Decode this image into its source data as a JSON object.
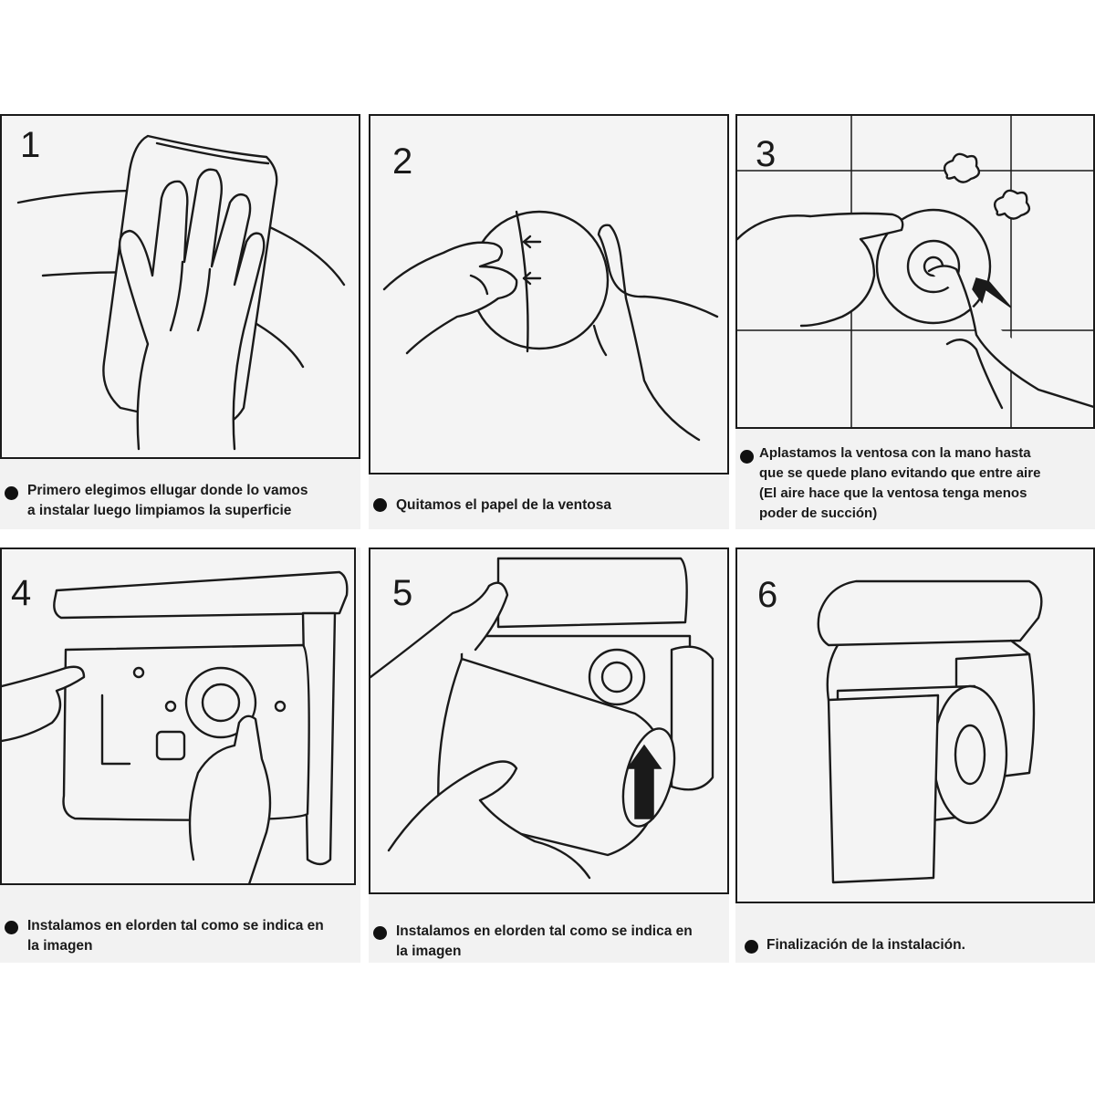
{
  "colors": {
    "ink": "#1a1a1a",
    "panel_bg": "#f2f2f2",
    "frame_bg": "#f4f4f4",
    "page_bg": "#ffffff"
  },
  "steps": [
    {
      "number": "1",
      "caption_lines": [
        "Primero elegimos ellugar donde lo vamos",
        "a instalar luego limpiamos la superficie"
      ],
      "icon": "hand-wiping-icon"
    },
    {
      "number": "2",
      "caption_lines": [
        "Quitamos el papel de la ventosa"
      ],
      "icon": "peel-suction-cup-icon"
    },
    {
      "number": "3",
      "caption_lines": [
        "Aplastamos la ventosa  con  la mano hasta",
        "que se quede plano evitando que entre aire",
        "(El aire  hace que  la  ventosa tenga menos",
        "poder de succión)"
      ],
      "icon": "press-suction-cup-icon"
    },
    {
      "number": "4",
      "caption_lines": [
        "Instalamos en elorden tal como se indica en",
        "la imagen"
      ],
      "icon": "mount-holder-icon"
    },
    {
      "number": "5",
      "caption_lines": [
        "Instalamos en elorden tal como se indica en",
        "la imagen"
      ],
      "icon": "insert-roll-icon"
    },
    {
      "number": "6",
      "caption_lines": [
        "Finalización de la instalación."
      ],
      "icon": "finished-holder-icon"
    }
  ]
}
